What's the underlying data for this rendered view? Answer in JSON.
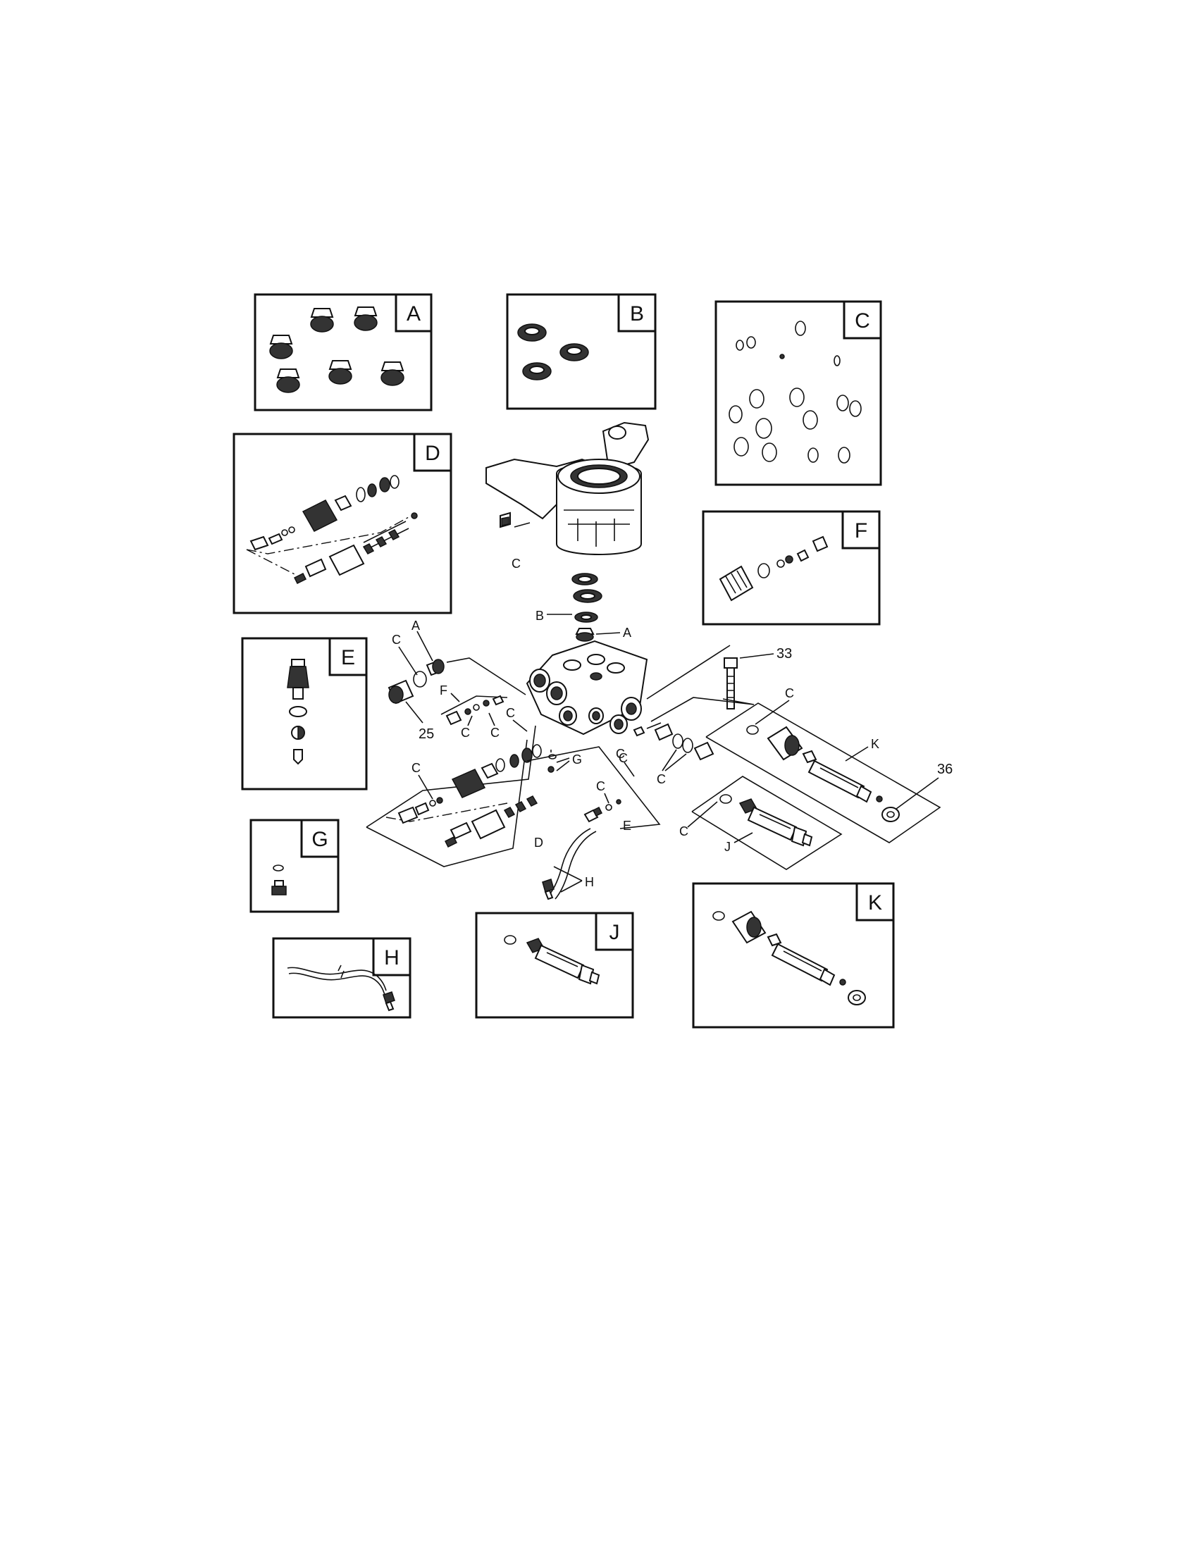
{
  "kits": [
    {
      "id": "A",
      "label": "A"
    },
    {
      "id": "B",
      "label": "B"
    },
    {
      "id": "C",
      "label": "C"
    },
    {
      "id": "D",
      "label": "D"
    },
    {
      "id": "E",
      "label": "E"
    },
    {
      "id": "F",
      "label": "F"
    },
    {
      "id": "G",
      "label": "G"
    },
    {
      "id": "H",
      "label": "H"
    },
    {
      "id": "J",
      "label": "J"
    },
    {
      "id": "K",
      "label": "K"
    }
  ],
  "callouts": {
    "pump_housing_c": "C",
    "b_seal": "B",
    "a_valve": "A",
    "a_left": "A",
    "c_left": "C",
    "f_left": "F",
    "c_f_1": "C",
    "c_f_2": "C",
    "c_mid_1": "C",
    "c_d_kit": "C",
    "g_mid": "G",
    "c_center": "C",
    "c_e_kit": "C",
    "e_mid": "E",
    "c_right_1": "C",
    "c_right_2": "C",
    "c_k_kit": "C",
    "k_mid": "K",
    "j_mid": "J",
    "d_mid": "D",
    "h_mid": "H"
  },
  "part_numbers": {
    "bolt": "33",
    "cap_left": "25",
    "inlet_fitting": "36"
  }
}
